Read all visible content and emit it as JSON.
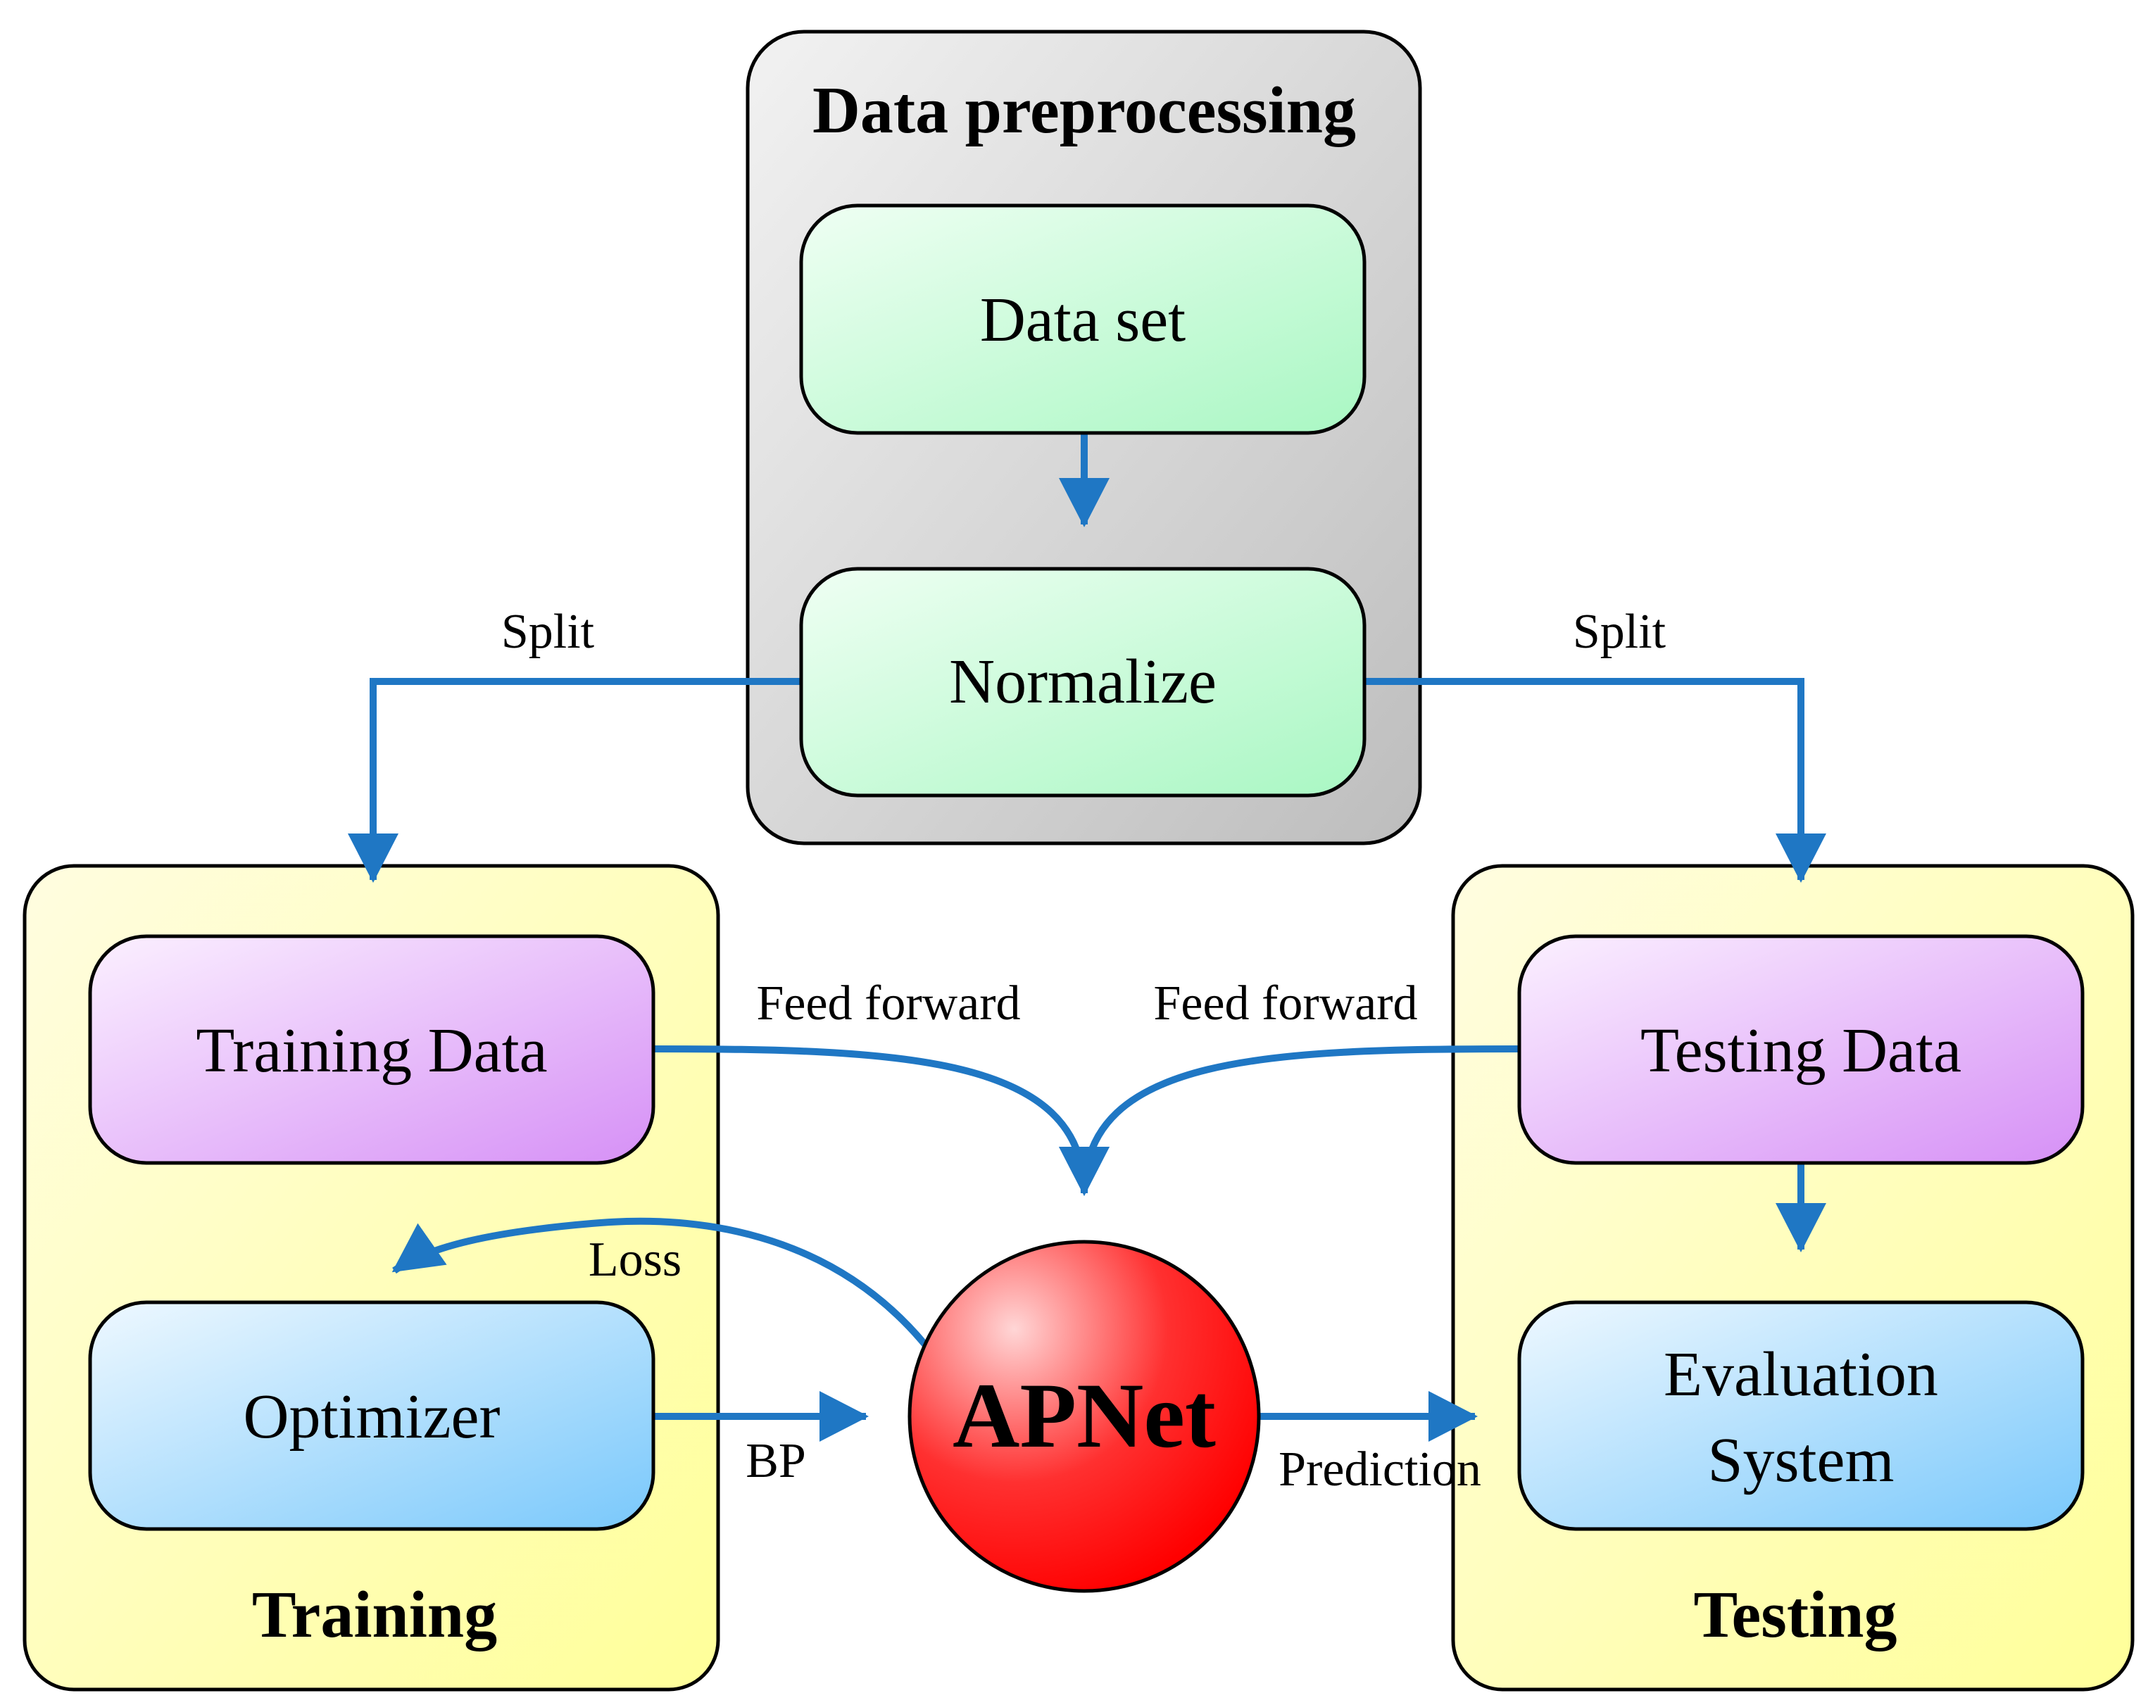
{
  "groups": {
    "preprocessing": "Data preprocessing",
    "training": "Training",
    "testing": "Testing"
  },
  "nodes": {
    "dataset": "Data set",
    "normalize": "Normalize",
    "training_data": "Training Data",
    "optimizer": "Optimizer",
    "testing_data": "Testing Data",
    "evaluation_line1": "Evaluation",
    "evaluation_line2": "System",
    "model": "APNet"
  },
  "edges": {
    "split_left": "Split",
    "split_right": "Split",
    "feed_forward_left": "Feed forward",
    "feed_forward_right": "Feed forward",
    "loss": "Loss",
    "bp": "BP",
    "prediction": "Prediction"
  },
  "colors": {
    "arrow": "#1f77c4",
    "outline": "#000000",
    "preprocessing_fill_light": "#f2f2f2",
    "preprocessing_fill_dark": "#bdbdbd",
    "group_yellow_light": "#fffde0",
    "group_yellow_dark": "#ffff99",
    "node_green_light": "#effff3",
    "node_green_dark": "#a9f7c3",
    "node_purple_light": "#fbf0ff",
    "node_purple_dark": "#d690f6",
    "node_blue_light": "#eef8ff",
    "node_blue_dark": "#79c8fb",
    "model_light": "#ffd6d6",
    "model_dark": "#ff0000"
  }
}
